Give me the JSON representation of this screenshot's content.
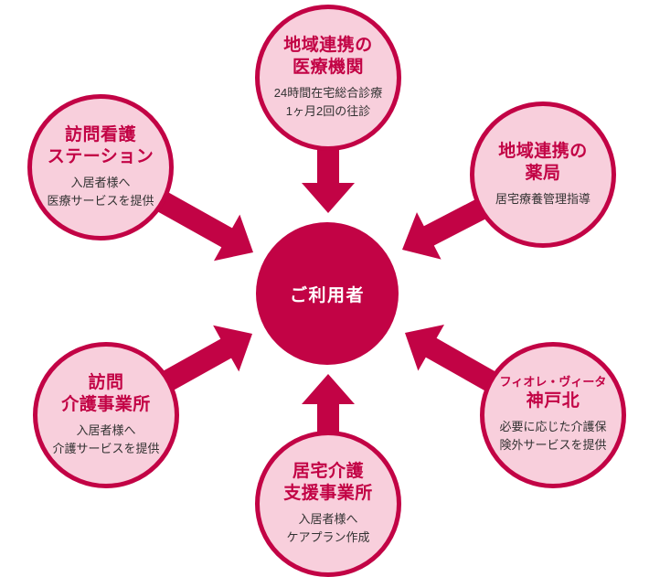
{
  "diagram": {
    "colors": {
      "accent": "#c20345",
      "fill": "#f8cfdc",
      "text": "#333333",
      "center_text": "#ffffff"
    },
    "center_node": {
      "label": "ご利用者"
    },
    "nodes": [
      {
        "id": "medical-institutions",
        "title_lines": [
          "地域連携の",
          "医療機関"
        ],
        "desc_lines": [
          "24時間在宅総合診療",
          "1ヶ月2回の往診"
        ]
      },
      {
        "id": "visiting-nursing-station",
        "title_lines": [
          "訪問看護",
          "ステーション"
        ],
        "desc_lines": [
          "入居者様へ",
          "医療サービスを提供"
        ]
      },
      {
        "id": "pharmacy",
        "title_lines": [
          "地域連携の",
          "薬局"
        ],
        "desc_lines": [
          "居宅療養管理指導"
        ]
      },
      {
        "id": "visiting-care-office",
        "title_lines": [
          "訪問",
          "介護事業所"
        ],
        "desc_lines": [
          "入居者様へ",
          "介護サービスを提供"
        ]
      },
      {
        "id": "fiore-vita-kobe-kita",
        "title_lines": [
          "フィオレ・ヴィータ",
          "神戸北"
        ],
        "desc_lines": [
          "必要に応じた介護保",
          "険外サービスを提供"
        ]
      },
      {
        "id": "care-plan-office",
        "title_lines": [
          "居宅介護",
          "支援事業所"
        ],
        "desc_lines": [
          "入居者様へ",
          "ケアプラン作成"
        ]
      }
    ]
  }
}
